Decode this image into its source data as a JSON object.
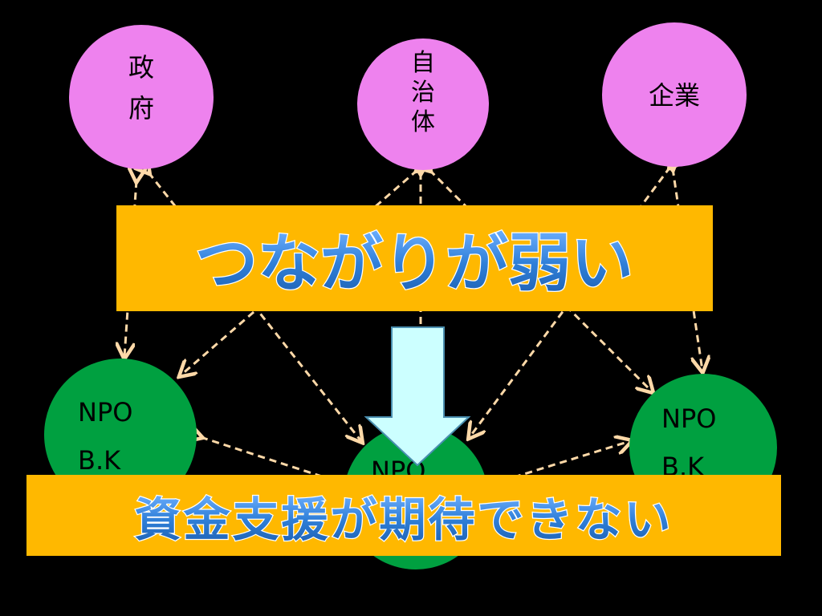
{
  "slide": {
    "background": "#000000",
    "top_nodes": [
      {
        "id": "gov",
        "label": "政府",
        "lines": [
          "政",
          "府"
        ],
        "color": "#ee82ee"
      },
      {
        "id": "local",
        "label": "自治体",
        "lines": [
          "自",
          "治",
          "体"
        ],
        "color": "#ee82ee"
      },
      {
        "id": "corp",
        "label": "企業",
        "lines": [
          "企業"
        ],
        "color": "#ee82ee"
      }
    ],
    "bottom_nodes": [
      {
        "id": "npo-left",
        "lines": [
          "NPO",
          "B.K"
        ],
        "color": "#00a040"
      },
      {
        "id": "npo-center",
        "lines": [
          "NPO"
        ],
        "color": "#00a040"
      },
      {
        "id": "npo-right",
        "lines": [
          "NPO",
          "B.K"
        ],
        "color": "#00a040"
      }
    ],
    "banner_top": {
      "text": "つながりが弱い",
      "bg": "#ffb800"
    },
    "banner_bottom": {
      "text": "資金支援が期待できない",
      "bg": "#ffb800"
    },
    "arrow_color": "#ffd9a8",
    "down_arrow_color": "#ccffff"
  }
}
